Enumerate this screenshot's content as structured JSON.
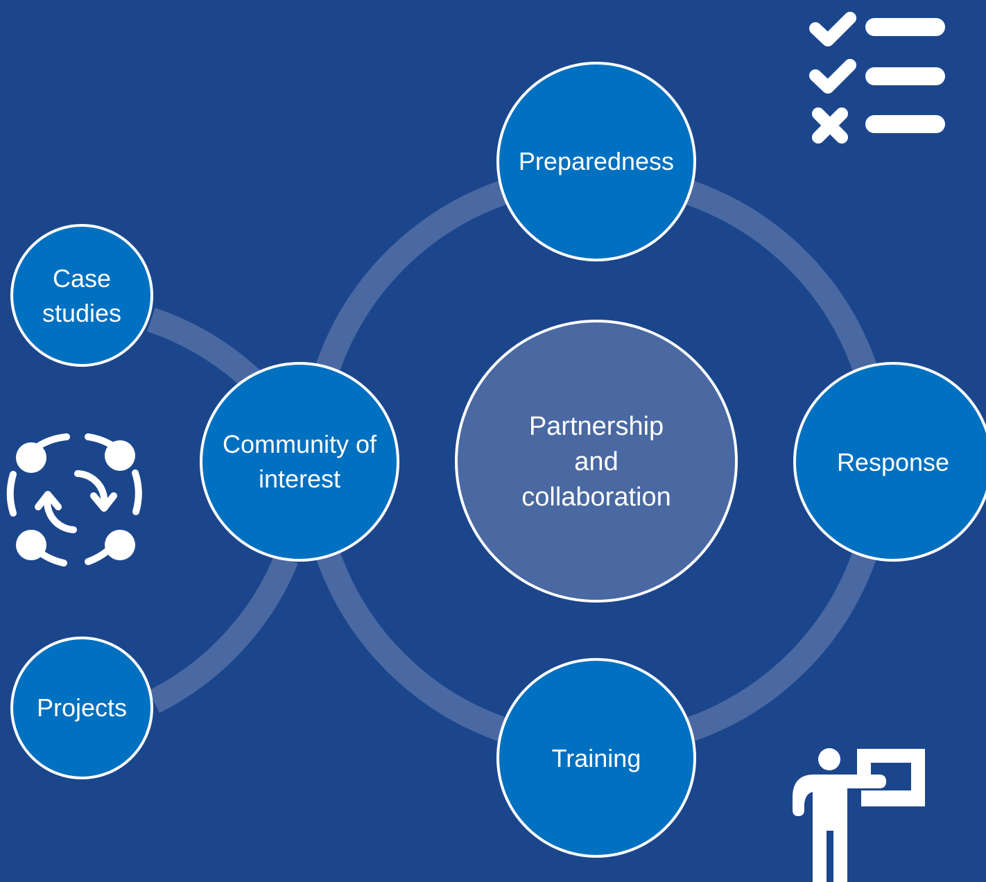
{
  "colors": {
    "background": "#1c468c",
    "node_fill": "#0070c0",
    "center_fill": "#4a69a2",
    "connector": "#4a69a2",
    "outline": "#ffffff"
  },
  "nodes": {
    "center": {
      "line1": "Partnership",
      "line2": "and",
      "line3": "collaboration"
    },
    "preparedness": "Preparedness",
    "response": "Response",
    "training": "Training",
    "community": {
      "line1": "Community of",
      "line2": "interest"
    },
    "case_studies": {
      "line1": "Case",
      "line2": "studies"
    },
    "projects": "Projects"
  },
  "icons": {
    "checklist": "checklist-icon",
    "collaboration_cycle": "collaboration-cycle-icon",
    "presenter": "presenter-icon"
  }
}
